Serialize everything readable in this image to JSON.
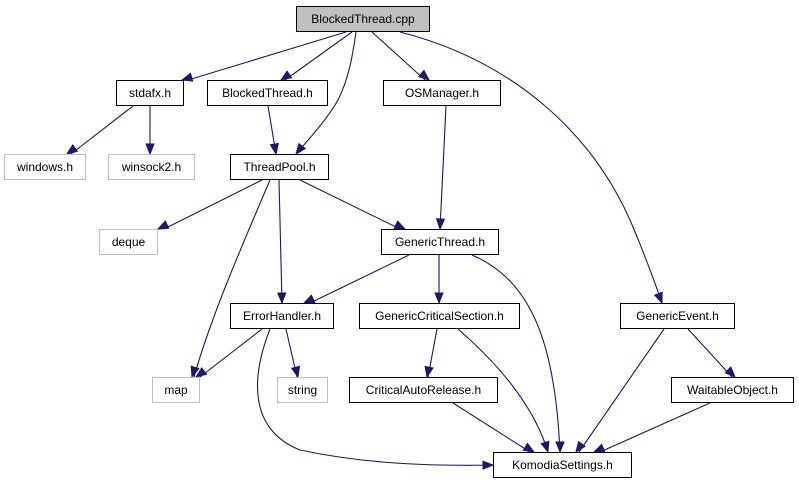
{
  "diagram": {
    "colors": {
      "edge": "#191970",
      "root_fill": "#bfbfbf",
      "node_fill": "#ffffff",
      "node_border": "#000000",
      "external_border": "#bfbfbf"
    },
    "nodes": [
      {
        "id": "blockedthread_cpp",
        "label": "BlockedThread.cpp",
        "kind": "root"
      },
      {
        "id": "stdafx_h",
        "label": "stdafx.h",
        "kind": "project"
      },
      {
        "id": "blockedthread_h",
        "label": "BlockedThread.h",
        "kind": "project"
      },
      {
        "id": "osmanager_h",
        "label": "OSManager.h",
        "kind": "project"
      },
      {
        "id": "windows_h",
        "label": "windows.h",
        "kind": "external"
      },
      {
        "id": "winsock2_h",
        "label": "winsock2.h",
        "kind": "external"
      },
      {
        "id": "threadpool_h",
        "label": "ThreadPool.h",
        "kind": "project"
      },
      {
        "id": "deque",
        "label": "deque",
        "kind": "external"
      },
      {
        "id": "genericthread_h",
        "label": "GenericThread.h",
        "kind": "project"
      },
      {
        "id": "errorhandler_h",
        "label": "ErrorHandler.h",
        "kind": "project"
      },
      {
        "id": "genericcriticalsection_h",
        "label": "GenericCriticalSection.h",
        "kind": "project"
      },
      {
        "id": "genericevent_h",
        "label": "GenericEvent.h",
        "kind": "project"
      },
      {
        "id": "map",
        "label": "map",
        "kind": "external"
      },
      {
        "id": "string",
        "label": "string",
        "kind": "external"
      },
      {
        "id": "criticalautorelease_h",
        "label": "CriticalAutoRelease.h",
        "kind": "project"
      },
      {
        "id": "waitableobject_h",
        "label": "WaitableObject.h",
        "kind": "project"
      },
      {
        "id": "komodiasettings_h",
        "label": "KomodiaSettings.h",
        "kind": "project"
      }
    ],
    "edges": [
      {
        "from": "blockedthread_cpp",
        "to": "stdafx_h"
      },
      {
        "from": "blockedthread_cpp",
        "to": "blockedthread_h"
      },
      {
        "from": "blockedthread_cpp",
        "to": "threadpool_h"
      },
      {
        "from": "blockedthread_cpp",
        "to": "osmanager_h"
      },
      {
        "from": "blockedthread_cpp",
        "to": "genericevent_h"
      },
      {
        "from": "stdafx_h",
        "to": "windows_h"
      },
      {
        "from": "stdafx_h",
        "to": "winsock2_h"
      },
      {
        "from": "blockedthread_h",
        "to": "threadpool_h"
      },
      {
        "from": "osmanager_h",
        "to": "genericthread_h"
      },
      {
        "from": "threadpool_h",
        "to": "deque"
      },
      {
        "from": "threadpool_h",
        "to": "genericthread_h"
      },
      {
        "from": "threadpool_h",
        "to": "errorhandler_h"
      },
      {
        "from": "threadpool_h",
        "to": "map"
      },
      {
        "from": "genericthread_h",
        "to": "errorhandler_h"
      },
      {
        "from": "genericthread_h",
        "to": "genericcriticalsection_h"
      },
      {
        "from": "genericthread_h",
        "to": "komodiasettings_h"
      },
      {
        "from": "errorhandler_h",
        "to": "map"
      },
      {
        "from": "errorhandler_h",
        "to": "string"
      },
      {
        "from": "errorhandler_h",
        "to": "komodiasettings_h"
      },
      {
        "from": "genericcriticalsection_h",
        "to": "criticalautorelease_h"
      },
      {
        "from": "genericcriticalsection_h",
        "to": "komodiasettings_h"
      },
      {
        "from": "criticalautorelease_h",
        "to": "komodiasettings_h"
      },
      {
        "from": "genericevent_h",
        "to": "waitableobject_h"
      },
      {
        "from": "genericevent_h",
        "to": "komodiasettings_h"
      },
      {
        "from": "waitableobject_h",
        "to": "komodiasettings_h"
      }
    ]
  }
}
